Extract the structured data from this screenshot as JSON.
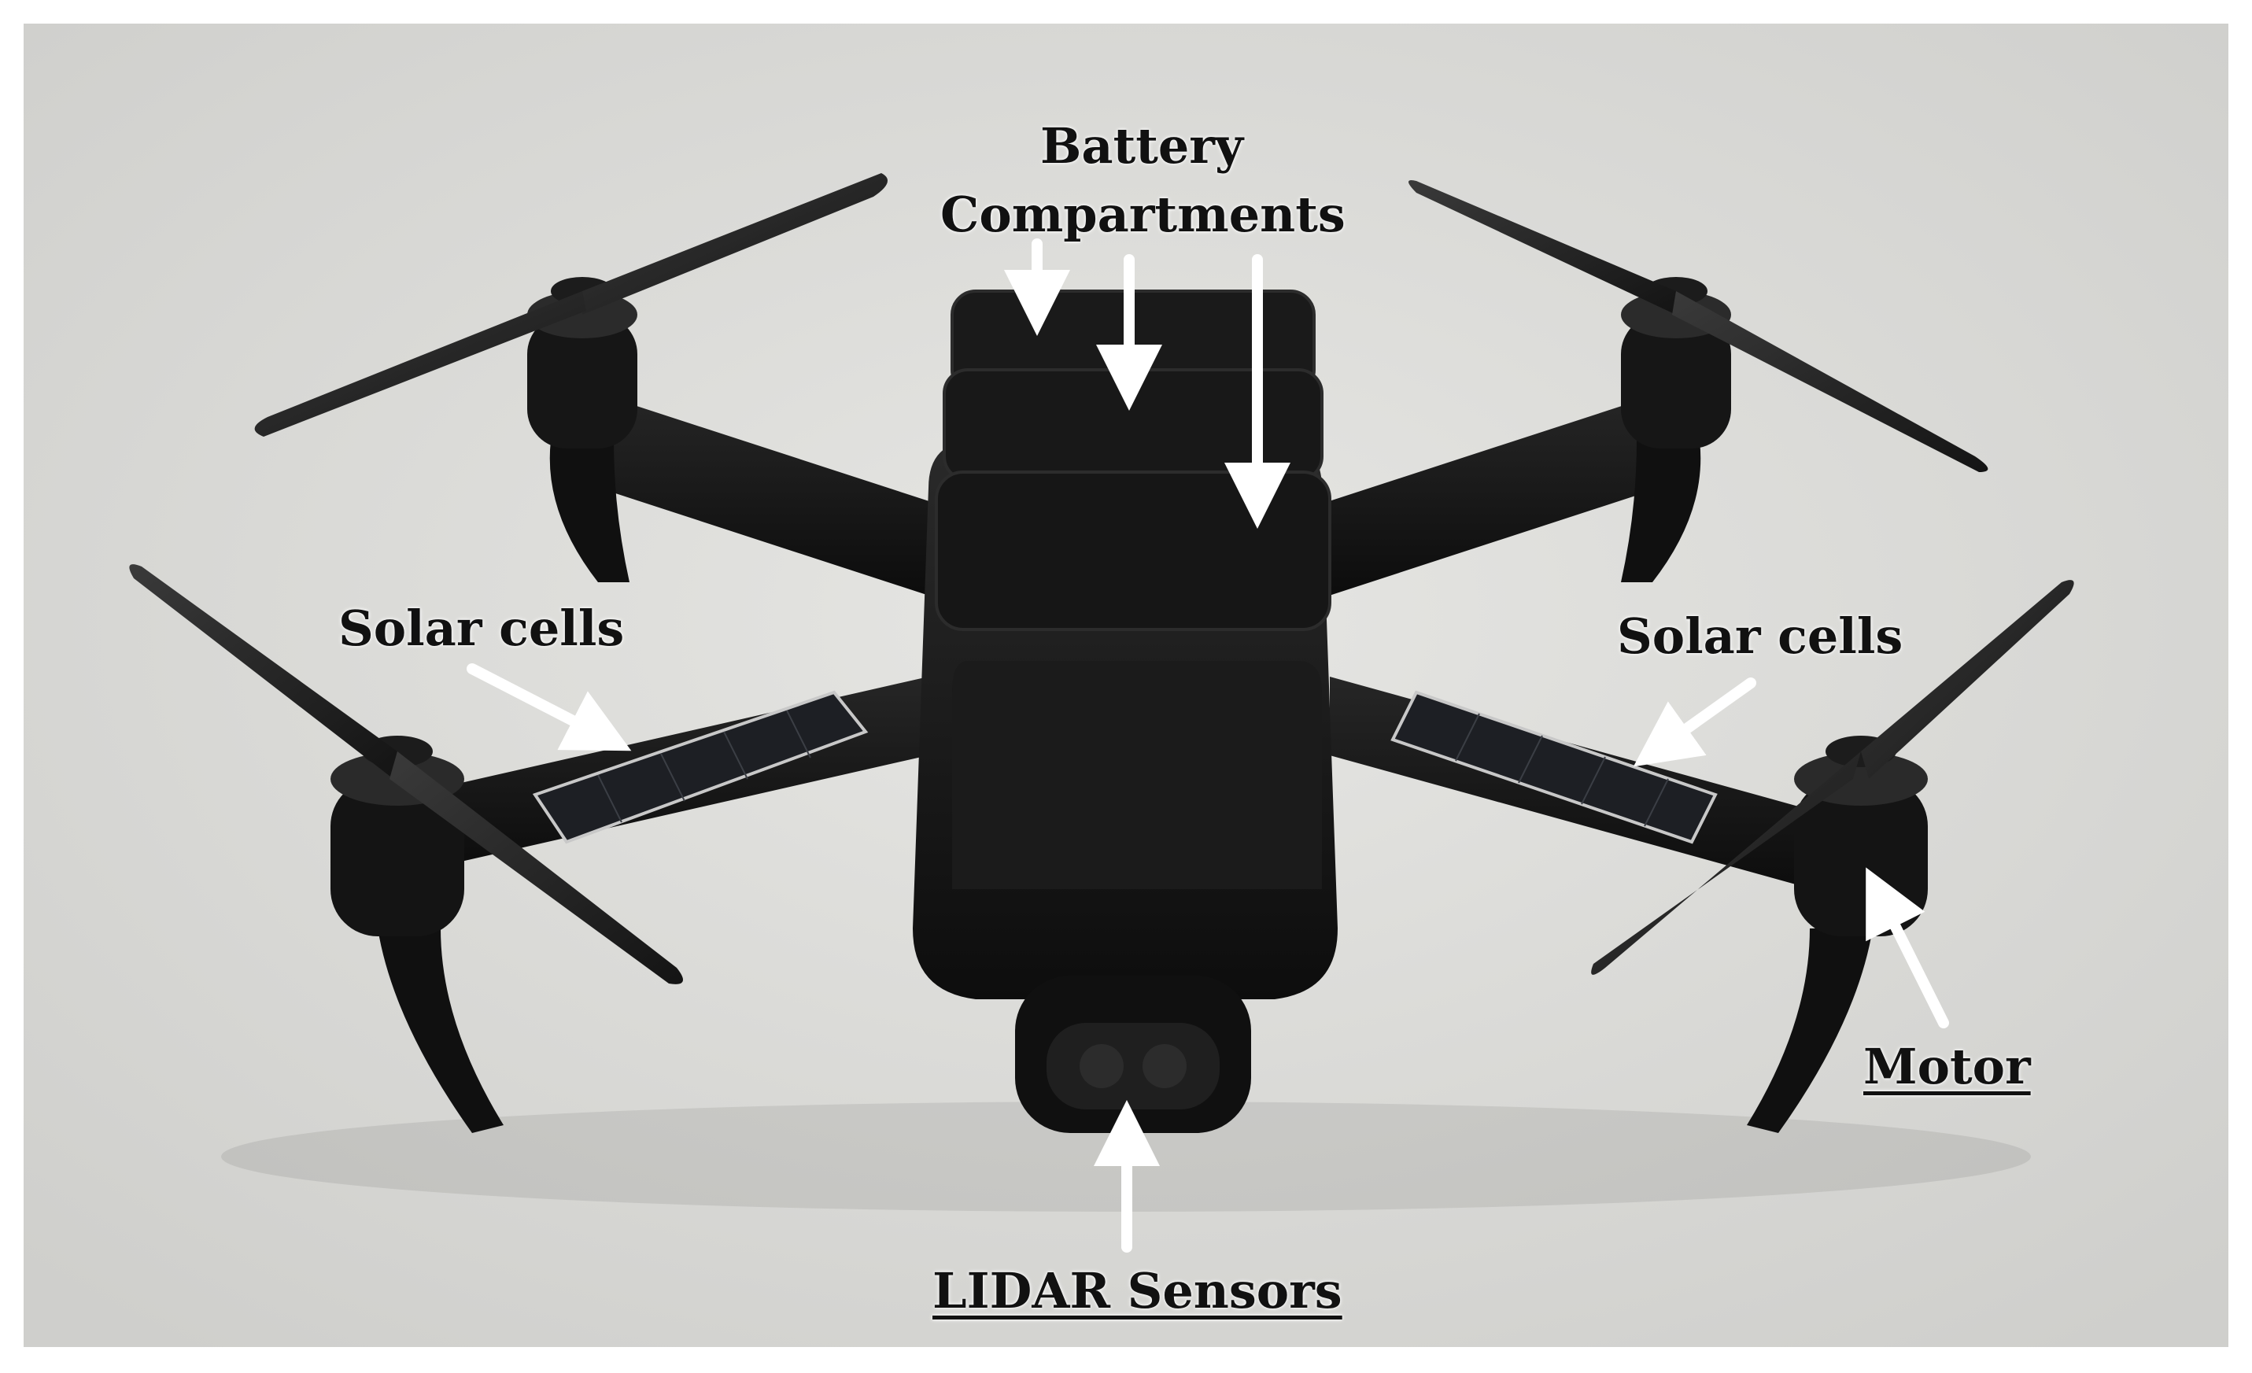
{
  "labels": {
    "battery_line1": "Battery",
    "battery_line2": "Compartments",
    "solar_left": "Solar cells",
    "solar_right": "Solar cells",
    "motor": "Motor",
    "lidar": "LIDAR Sensors"
  },
  "colors": {
    "background": "#dcdcd9",
    "body": "#151515",
    "arrow": "#ffffff"
  }
}
